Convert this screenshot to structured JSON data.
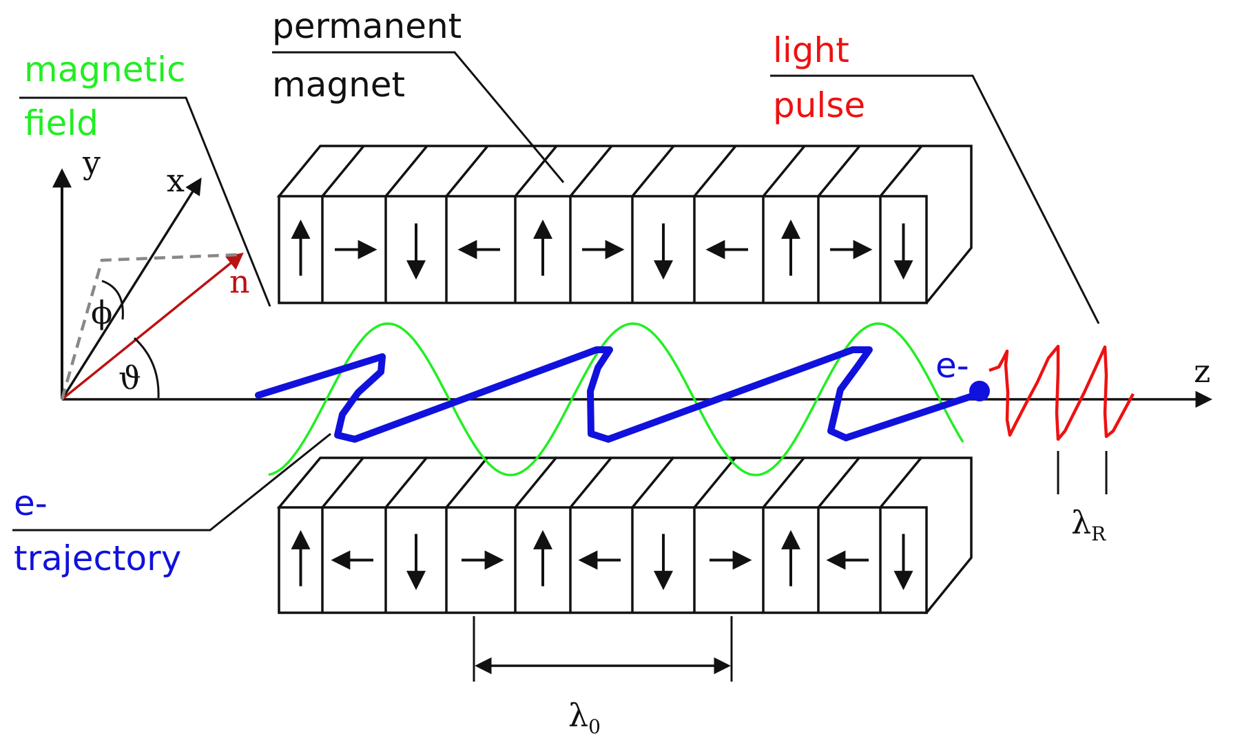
{
  "labels": {
    "magnetic_field": [
      "magnetic",
      "field"
    ],
    "permanent_magnet": [
      "permanent",
      "magnet"
    ],
    "light_pulse": [
      "light",
      "pulse"
    ],
    "e_trajectory": [
      "e-",
      "trajectory"
    ],
    "electron": "e-"
  },
  "axes": {
    "x": "x",
    "y": "y",
    "z": "z",
    "n": "n",
    "phi": "ϕ",
    "theta": "ϑ"
  },
  "wavelengths": {
    "undulator": {
      "symbol": "λ",
      "subscript": "0"
    },
    "radiation": {
      "symbol": "λ",
      "subscript": "R"
    }
  },
  "magnets": {
    "top_arrows": [
      "up",
      "right",
      "down",
      "left",
      "up",
      "right",
      "down",
      "left",
      "up",
      "right",
      "down"
    ],
    "bottom_arrows": [
      "up",
      "left",
      "down",
      "right",
      "up",
      "left",
      "down",
      "right",
      "up",
      "left",
      "down"
    ]
  },
  "colors": {
    "magnetic_field": "#22ee22",
    "light_pulse": "#ee1111",
    "e_trajectory": "#1111dd",
    "n_vector": "#bb1111",
    "ink": "#111111"
  }
}
